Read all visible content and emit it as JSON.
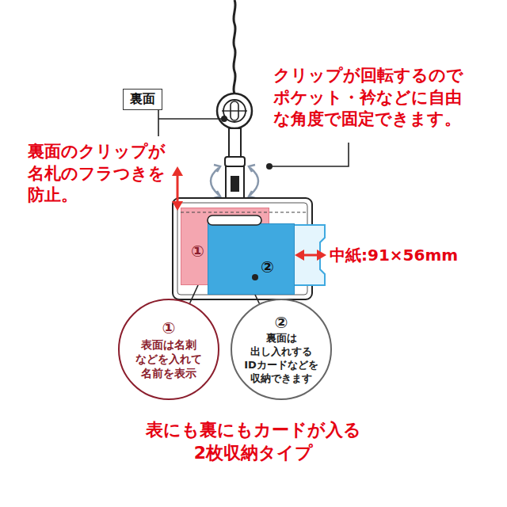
{
  "diagram": {
    "nodes": [
      {
        "text": [
          "裏面"
        ]
      },
      {
        "text": [
          "①"
        ]
      },
      {
        "text": [
          "②"
        ]
      },
      {
        "text": [
          "①",
          "表面は名刺 などを入れて 名前を表示"
        ]
      },
      {
        "text": [
          "②",
          "裏面は 出し入れする IDカードなどを 収納できます"
        ]
      }
    ],
    "edges": [
      {
        "from": 1,
        "to": 3,
        "arrow": "none"
      },
      {
        "from": 2,
        "to": 4,
        "arrow": "none"
      }
    ],
    "labels": [
      "クリップが回転するので ポケット・衿などに自由 な角度で固定できます。",
      "裏面のクリップが 名札のフラつきを 防止。",
      "中紙:91×56mm",
      "表にも裏にもカードが入る 2枚収納タイプ"
    ]
  }
}
